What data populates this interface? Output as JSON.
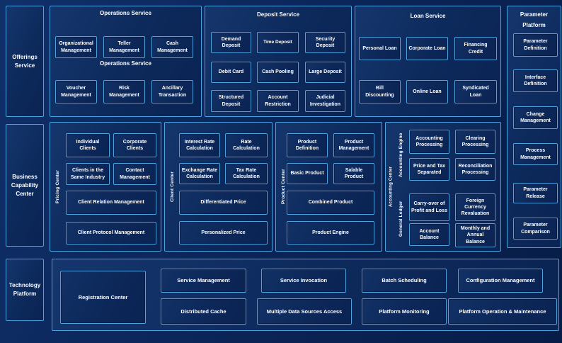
{
  "colors": {
    "background": "#081f4c",
    "panel_fill": "#0d2a5c",
    "border_accent": "#4da2e0",
    "text": "#ffffff"
  },
  "left_sidebar": {
    "offerings": "Offerings Service",
    "business": "Business Capability Center",
    "technology": "Technology Platform"
  },
  "operations": {
    "title": "Operations Service",
    "subtitle": "Operations Service",
    "row1": [
      "Organizational Management",
      "Teller Management",
      "Cash Management"
    ],
    "row2": [
      "Voucher Management",
      "Risk Management",
      "Ancillary Transaction"
    ]
  },
  "deposit": {
    "title": "Deposit Service",
    "items": [
      "Demand Deposit",
      "Time Deposit",
      "Security Deposit",
      "Debit Card",
      "Cash Pooling",
      "Large Deposit",
      "Structured Deposit",
      "Account Restriction",
      "Judicial Investigation"
    ]
  },
  "loan": {
    "title": "Loan Service",
    "row1": [
      "Personal Loan",
      "Corporate Loan",
      "Financing Credit"
    ],
    "row2": [
      "Bill Discounting",
      "Online Loan",
      "Syndicated Loan"
    ]
  },
  "parameter_platform": {
    "title": "Parameter Platform",
    "items": [
      "Parameter Definition",
      "Interface Definition",
      "Change Management",
      "Process Management",
      "Parameter Release",
      "Parameter Comparison"
    ]
  },
  "pricing_center": {
    "label": "Pricing Center",
    "grid": [
      "Individual Clients",
      "Corporate Clients",
      "Clients in the Same Industry",
      "Contact Management"
    ],
    "wide": [
      "Client Relation Management",
      "Client Protocol Management"
    ]
  },
  "client_center": {
    "label": "Client Center",
    "grid": [
      "Interest Rate Calculation",
      "Rate Calculation",
      "Exchange Rate Calculation",
      "Tax Rate Calculation"
    ],
    "wide": [
      "Differentiated Price",
      "Personalized Price"
    ]
  },
  "product_center": {
    "label": "Product Center",
    "grid": [
      "Product Definition",
      "Product Management",
      "Basic Product",
      "Salable Product"
    ],
    "wide": [
      "Combined Product",
      "Product Engine"
    ]
  },
  "accounting_center": {
    "label": "Accounting Center",
    "engine": {
      "label": "Accounting Engine",
      "items": [
        "Accounting Processing",
        "Clearing Processing",
        "Price and Tax Separated",
        "Reconciliation Processing"
      ]
    },
    "ledger": {
      "label": "General Ledger",
      "items": [
        "Carry-over of Profit and Loss",
        "Foreign Currency Revaluation",
        "Account Balance",
        "Monthly and Annual Balance"
      ]
    }
  },
  "technology": {
    "registration": "Registration Center",
    "row1": [
      "Service Management",
      "Service Invocation",
      "Batch Scheduling",
      "Configuration Management"
    ],
    "row2": [
      "Distributed Cache",
      "Multiple Data Sources Access",
      "Platform Monitoring",
      "Platform Operation & Maintenance"
    ]
  }
}
